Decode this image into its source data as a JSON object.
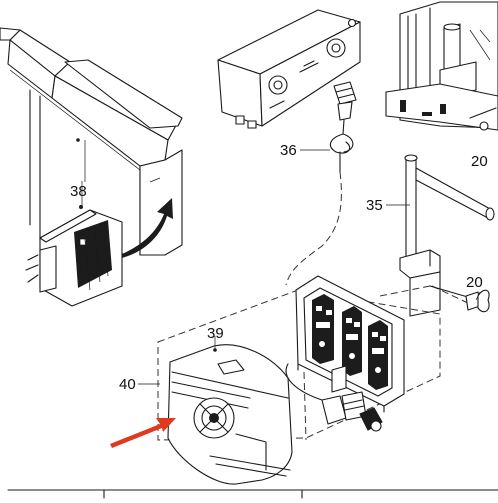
{
  "callouts": {
    "c20a": "20",
    "c20b": "20",
    "c35": "35",
    "c36": "36",
    "c38": "38",
    "c39": "39",
    "c40": "40"
  },
  "colors": {
    "line": "#1a1a1a",
    "arrow": "#e03a1e",
    "background": "#ffffff"
  }
}
